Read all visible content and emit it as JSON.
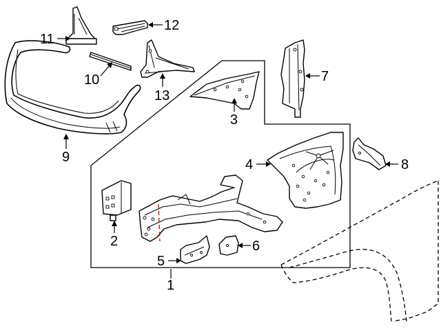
{
  "diagram": {
    "colors": {
      "line": "#000000",
      "background": "#ffffff",
      "highlight": "#cc0000"
    },
    "callouts": [
      {
        "id": "1",
        "text": "1"
      },
      {
        "id": "2",
        "text": "2"
      },
      {
        "id": "3",
        "text": "3"
      },
      {
        "id": "4",
        "text": "4"
      },
      {
        "id": "5",
        "text": "5"
      },
      {
        "id": "6",
        "text": "6"
      },
      {
        "id": "7",
        "text": "7"
      },
      {
        "id": "8",
        "text": "8"
      },
      {
        "id": "9",
        "text": "9"
      },
      {
        "id": "10",
        "text": "10"
      },
      {
        "id": "11",
        "text": "11"
      },
      {
        "id": "12",
        "text": "12"
      },
      {
        "id": "13",
        "text": "13"
      }
    ]
  }
}
